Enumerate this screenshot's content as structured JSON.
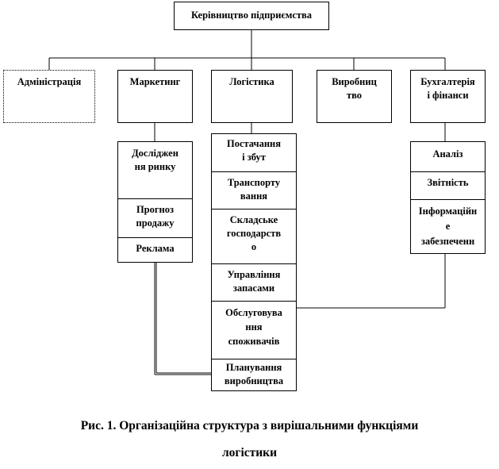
{
  "top": {
    "label": "Керівництво підприємства"
  },
  "departments": [
    {
      "key": "admin",
      "label": "Адміністрація"
    },
    {
      "key": "marketing",
      "label": "Маркетинг"
    },
    {
      "key": "logistics",
      "label": "Логістика"
    },
    {
      "key": "production",
      "label": "Виробниц\nтво"
    },
    {
      "key": "finance",
      "label": "Бухгалтерія\nі фінанси"
    }
  ],
  "marketing_functions": [
    {
      "label": "Досліджен\nня ринку"
    },
    {
      "label": "Прогноз\nпродажу"
    },
    {
      "label": "Реклама"
    }
  ],
  "logistics_functions": [
    {
      "label": "Постачання\nі збут"
    },
    {
      "label": "Транспорту\nвання"
    },
    {
      "label": "Складське\nгосподарств\nо"
    },
    {
      "label": "Управління\nзапасами"
    },
    {
      "label": "Обслуговува\nння\nспоживачів"
    },
    {
      "label": "Планування\nвиробництва"
    }
  ],
  "finance_functions": [
    {
      "label": "Аналіз"
    },
    {
      "label": "Звітність"
    },
    {
      "label": "Інформаційн\nе\nзабезпеченн"
    }
  ],
  "caption": {
    "line1": "Рис. 1. Організаційна структура з вирішальними функціями",
    "line2": "логістики"
  }
}
